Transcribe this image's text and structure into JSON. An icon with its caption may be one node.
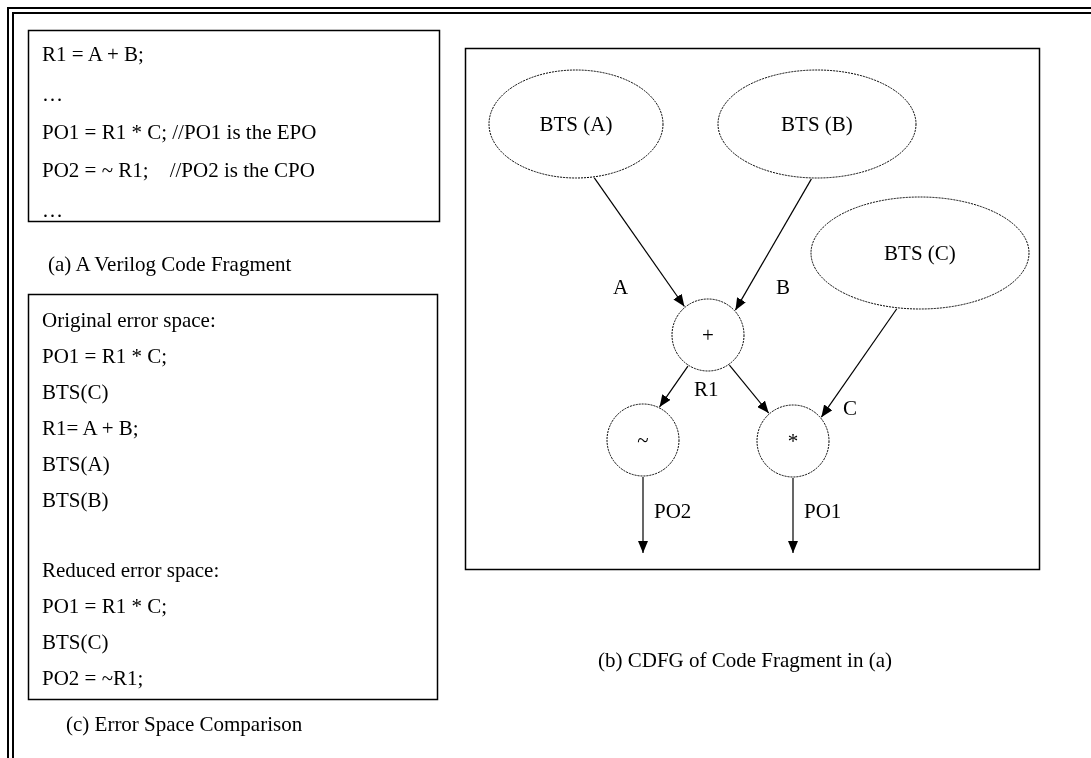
{
  "diagram": {
    "nodes": [
      {
        "text": [
          "R1 = A + B;",
          "…",
          "PO1 = R1 * C; //PO1 is the EPO",
          "PO2 = ~ R1;    //PO2 is the CPO",
          "…"
        ]
      },
      {
        "text": [],
        "shape": "box"
      },
      {
        "text": [
          "BTS (A)"
        ],
        "in": 1
      },
      {
        "text": [
          "BTS (B)"
        ],
        "in": 1
      },
      {
        "text": [
          "+"
        ],
        "in": 1
      },
      {
        "text": [
          "BTS (C)"
        ],
        "in": 1
      },
      {
        "text": [
          "~"
        ],
        "in": 1
      },
      {
        "text": [
          "*"
        ],
        "in": 1
      },
      {
        "text": [
          "Original error space:",
          "PO1 = R1 * C;",
          "BTS(C)",
          "R1= A + B;",
          "BTS(A)",
          "BTS(B)",
          "Reduced error space:",
          "PO1 = R1 * C;",
          "BTS(C)",
          "PO2 = ~R1;"
        ]
      }
    ],
    "labels": [
      "(a) A Verilog Code Fragment",
      "(b) CDFG of Code Fragment in (a)",
      "(c) Error Space Comparison"
    ],
    "edges": [
      {
        "from": 2,
        "to": 4,
        "arrow": "to",
        "label": "A"
      },
      {
        "from": 3,
        "to": 4,
        "arrow": "to",
        "label": "B"
      },
      {
        "from": 4,
        "to": 6,
        "arrow": "to",
        "label": "R1"
      },
      {
        "from": 4,
        "to": 7,
        "arrow": "to"
      },
      {
        "from": 5,
        "to": 7,
        "arrow": "to",
        "label": "C"
      },
      {
        "from": 6,
        "to": null,
        "arrow": "to",
        "label": "PO2"
      },
      {
        "from": 7,
        "to": null,
        "arrow": "to",
        "label": "PO1"
      }
    ]
  }
}
